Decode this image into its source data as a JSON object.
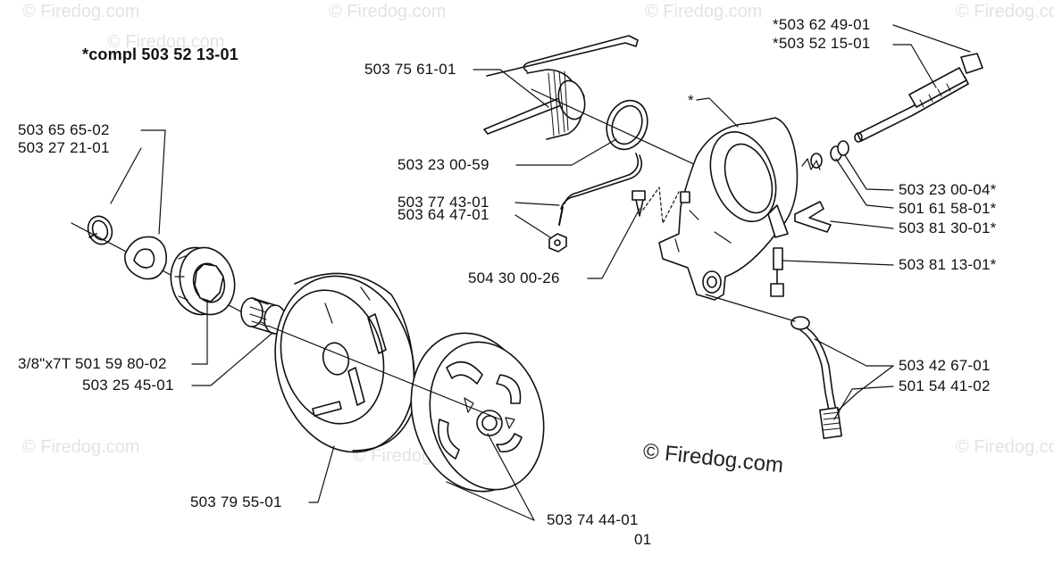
{
  "title": "*compl 503 52 13-01",
  "copyright": "© Firedog.com",
  "watermark": "© Firedog.com",
  "colors": {
    "ink": "#111111",
    "watermark": "#e3e3e3",
    "background": "#ffffff"
  },
  "labels": {
    "l1": "503 65 65-02",
    "l2": "503 27 21-01",
    "l3": "3/8\"x7T 501 59 80-02",
    "l4": "503 25 45-01",
    "l5": "503 79 55-01",
    "l6": "503 74 44-01",
    "l6b": "01",
    "l7": "503 75 61-01",
    "l8": "503 23 00-59",
    "l9": "503 77 43-01",
    "l10": "503 64 47-01",
    "l11": "504 30 00-26",
    "l12": "*503 62 49-01",
    "l13": "*503 52 15-01",
    "l14": "*",
    "l15": "503 23 00-04*",
    "l16": "501 61 58-01*",
    "l17": "503 81 30-01*",
    "l18": "503 81 13-01*",
    "l19": "503 42 67-01",
    "l20": "501 54 41-02"
  }
}
